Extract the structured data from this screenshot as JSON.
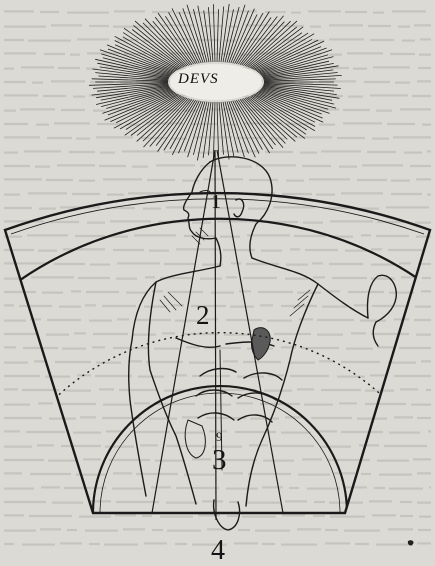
{
  "figure": {
    "deus_label": "DEVS",
    "region_labels": [
      "1",
      "2",
      "9",
      "3",
      "4"
    ]
  },
  "colors": {
    "paper": "#dcdad4",
    "ink": "#1a1a1a",
    "show_through": "#8f8d87"
  }
}
